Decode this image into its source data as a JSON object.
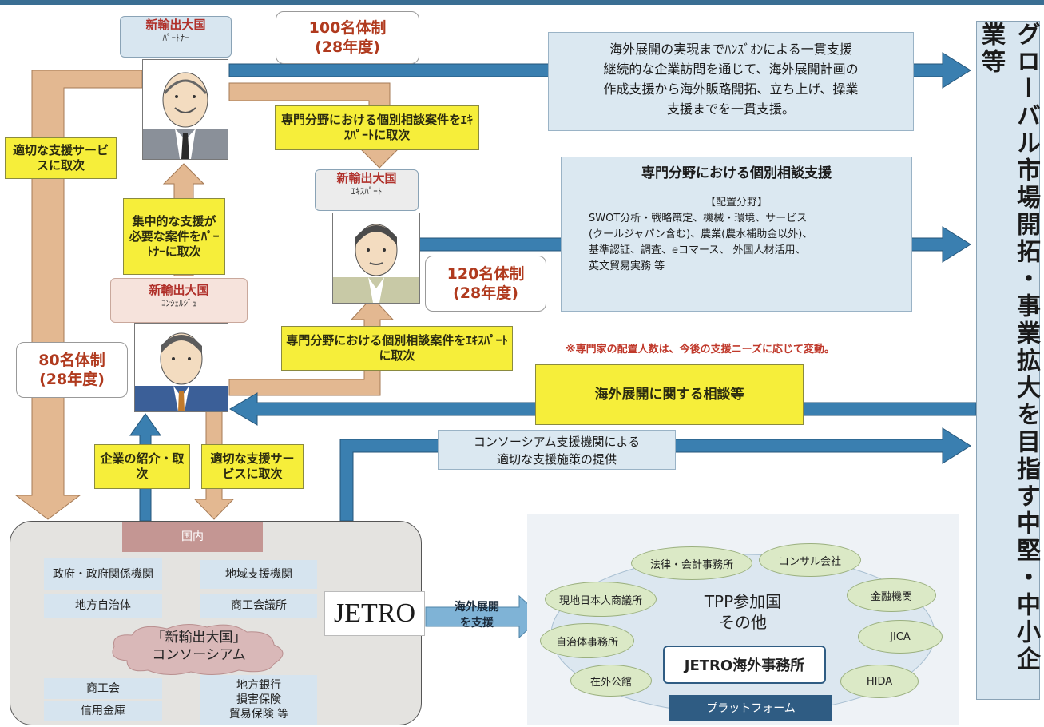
{
  "partner": {
    "title": "新輸出大国",
    "subtitle": "ﾊﾟｰﾄﾅｰ",
    "count": "100名体制",
    "year": "(28年度)"
  },
  "expert": {
    "title": "新輸出大国",
    "subtitle": "ｴｷｽﾊﾟｰﾄ",
    "count": "120名体制",
    "year": "(28年度)"
  },
  "concierge": {
    "title": "新輸出大国",
    "subtitle": "ｺﾝｼｪﾙｼﾞｭ",
    "count": "80名体制",
    "year": "(28年度)"
  },
  "yellow": {
    "left_referral": "適切な支援サービスに取次",
    "focus_support": "集中的な支援が必要な案件をﾊﾟｰﾄﾅｰに取次",
    "partner_to_expert": "専門分野における個別相談案件をｴｷｽﾊﾟｰﾄに取次",
    "concierge_to_expert": "専門分野における個別相談案件をｴｷｽﾊﾟｰﾄに取次",
    "company_intro": "企業の紹介・取次",
    "service_referral": "適切な支援サービスに取次",
    "consultation": "海外展開に関する相談等"
  },
  "blue": {
    "handson_lines": [
      "海外展開の実現までﾊﾝｽﾞｵﾝによる一貫支援",
      "継続的な企業訪問を通じて、海外展開計画の",
      "作成支援から海外販路開拓、立ち上げ、操業",
      "支援までを一貫支援。"
    ],
    "expert_support_title": "専門分野における個別相談支援",
    "expert_fields_lines": [
      "【配置分野】",
      "SWOT分析・戦略策定、機械・環境、サービス",
      "(クールジャパン含む)、農業(農水補助金以外)、",
      "基準認証、調査、eコマース、 外国人材活用、",
      "英文貿易実務  等"
    ],
    "consortium_support_lines": [
      "コンソーシアム支援機関による",
      "適切な支援施策の提供"
    ]
  },
  "note": "※専門家の配置人数は、今後の支援ニーズに応じて変動。",
  "banner": "グローバル市場開拓・事業拡大を目指す中堅・中小企業等",
  "domestic": {
    "header": "国内",
    "government": "政府・政府関係機関",
    "regional_support": "地域支援機関",
    "local_gov": "地方自治体",
    "chamber_commerce": "商工会議所",
    "consortium_lines": [
      "「新輸出大国」",
      "コンソーシアム"
    ],
    "commerce_assoc": "商工会",
    "credit_bank": "信用金庫",
    "others_lines": [
      "地方銀行",
      "損害保険",
      "貿易保険   等"
    ]
  },
  "jetro": {
    "logo": "JETRO",
    "arrow_lines": [
      "海外展開",
      "を支援"
    ]
  },
  "platform": {
    "law_office": "法律・会計事務所",
    "consulting": "コンサル会社",
    "chamber_local": "現地日本人商議所",
    "finance": "金融機関",
    "local_gov_office": "自治体事務所",
    "jica": "JICA",
    "embassy": "在外公館",
    "hida": "HIDA",
    "tpp_lines": [
      "TPP参加国",
      "その他"
    ],
    "jetro_office": "JETRO海外事務所",
    "platform_label": "プラットフォーム"
  },
  "colors": {
    "blue_arrow": "#3a7fb0",
    "tan_arrow": "#e3b891",
    "yellow": "#f6ee3a",
    "light_blue": "#dbe8f1",
    "red_text": "#b0302a"
  }
}
